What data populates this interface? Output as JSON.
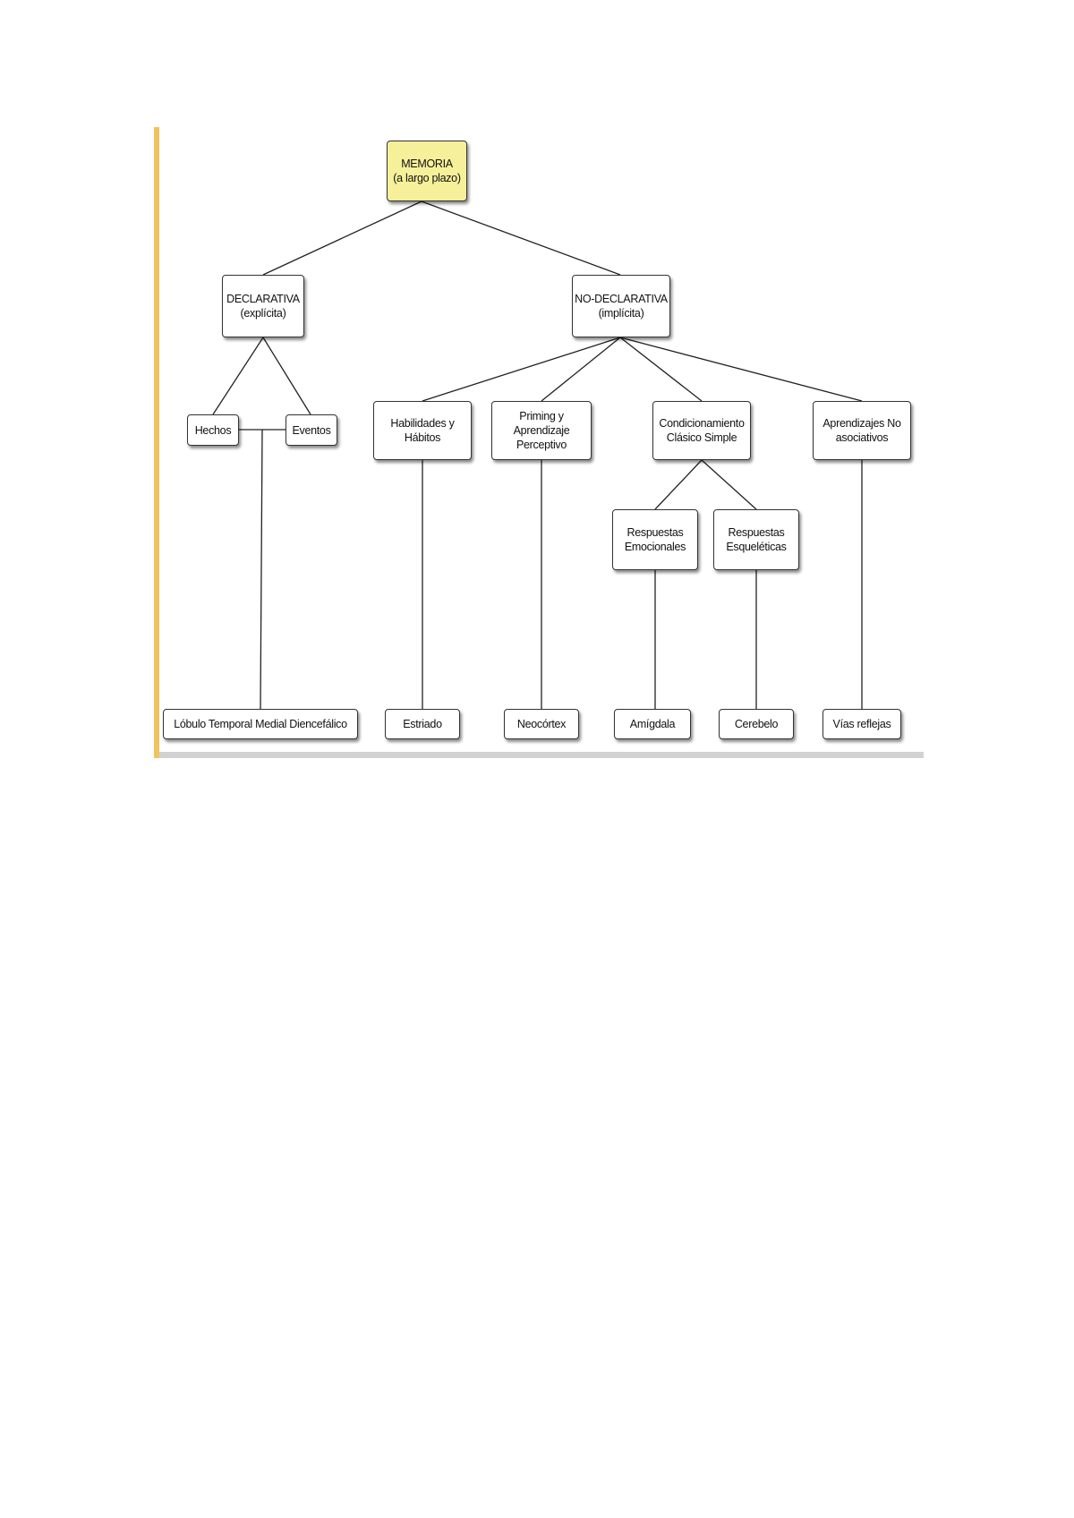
{
  "diagram": {
    "root": {
      "line1": "MEMORIA",
      "line2": "(a largo plazo)",
      "color": "#f6f09a"
    },
    "declarativa": {
      "line1": "DECLARATIVA",
      "line2": "(explícita)"
    },
    "no_declarativa": {
      "line1": "NO-DECLARATIVA",
      "line2": "(implícita)"
    },
    "hechos": {
      "line1": "Hechos"
    },
    "eventos": {
      "line1": "Eventos"
    },
    "habilidades": {
      "line1": "Habilidades y",
      "line2": "Hábitos"
    },
    "priming": {
      "line1": "Priming y",
      "line2": "Aprendizaje",
      "line3": "Perceptivo"
    },
    "condicionamiento": {
      "line1": "Condicionamiento",
      "line2": "Clásico Simple"
    },
    "no_asociativos": {
      "line1": "Aprendizajes No",
      "line2": "asociativos"
    },
    "emocionales": {
      "line1": "Respuestas",
      "line2": "Emocionales"
    },
    "esqueleticas": {
      "line1": "Respuestas",
      "line2": "Esqueléticas"
    },
    "lobulo": {
      "line1": "Lóbulo Temporal Medial Diencefálico"
    },
    "estriado": {
      "line1": "Estriado"
    },
    "neocortex": {
      "line1": "Neocórtex"
    },
    "amigdala": {
      "line1": "Amígdala"
    },
    "cerebelo": {
      "line1": "Cerebelo"
    },
    "vias": {
      "line1": "Vías reflejas"
    }
  }
}
